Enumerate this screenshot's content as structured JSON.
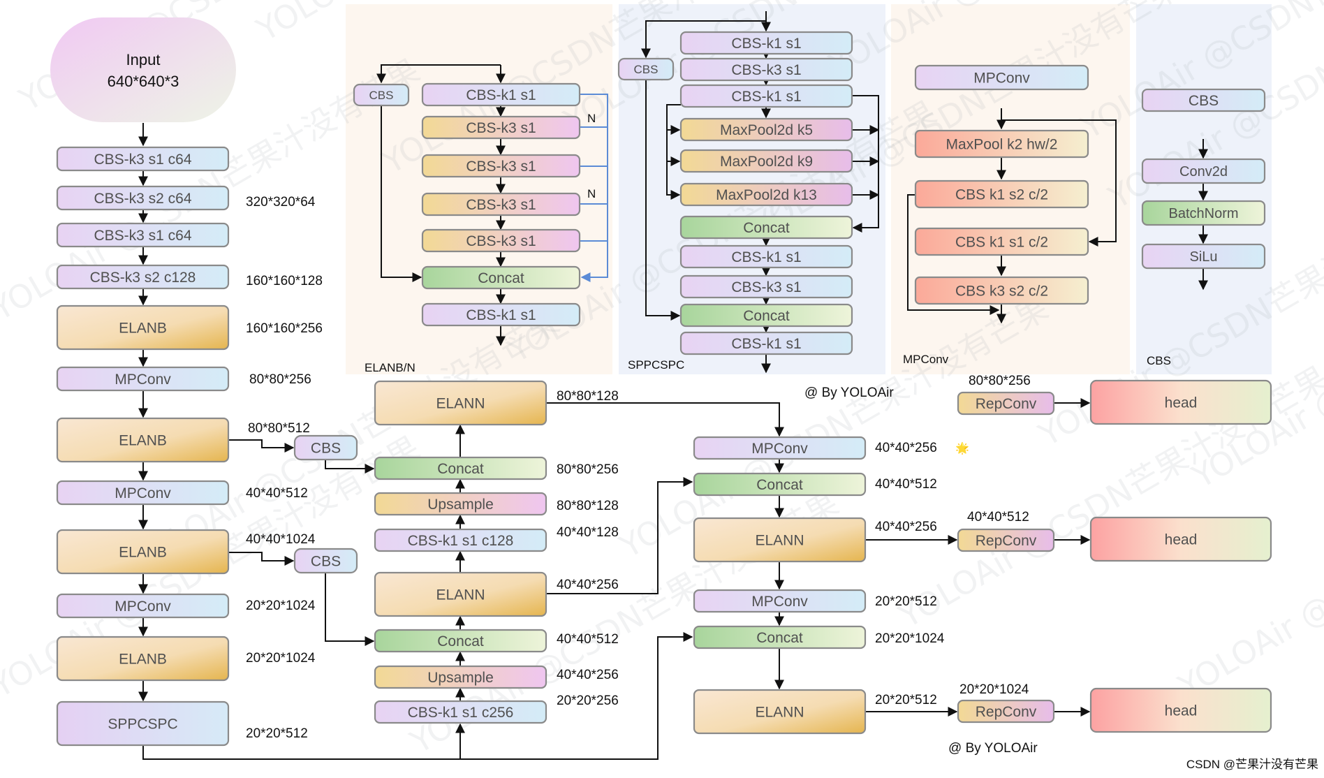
{
  "watermark": "YOLOAir @CSDN芒果汁没有芒果",
  "footer_credit": "CSDN @芒果汁没有芒果",
  "colors": {
    "arrow": "#111111",
    "blue_arrow": "#5b8bd6",
    "node_border": "#8a8a8a"
  },
  "panels": {
    "elanb": "ELANB/N",
    "sppcspc": "SPPCSPC",
    "mpconv": "MPConv",
    "cbs": "CBS"
  },
  "credits": {
    "top": "@ By YOLOAir",
    "bottom": "@ By YOLOAir"
  },
  "backbone": {
    "input_line1": "Input",
    "input_line2": "640*640*3",
    "nodes": [
      "CBS-k3 s1 c64",
      "CBS-k3 s2 c64",
      "CBS-k3 s1 c64",
      "CBS-k3 s2 c128",
      "ELANB",
      "MPConv",
      "ELANB",
      "MPConv",
      "ELANB",
      "MPConv",
      "ELANB",
      "SPPCSPC"
    ],
    "dims": [
      "320*320*64",
      "160*160*128",
      "160*160*256",
      "80*80*256",
      "80*80*512",
      "40*40*512",
      "40*40*1024",
      "20*20*1024",
      "20*20*1024",
      "20*20*512"
    ],
    "side_cbs": [
      "CBS",
      "CBS"
    ]
  },
  "elanb_panel": {
    "side_cbs": "CBS",
    "nodes": [
      "CBS-k1 s1",
      "CBS-k3 s1",
      "CBS-k3 s1",
      "CBS-k3 s1",
      "CBS-k3 s1",
      "Concat",
      "CBS-k1 s1"
    ],
    "n_labels": [
      "N",
      "N"
    ]
  },
  "sppcspc_panel": {
    "side_cbs": "CBS",
    "nodes": [
      "CBS-k1 s1",
      "CBS-k3 s1",
      "CBS-k1 s1",
      "MaxPool2d k5",
      "MaxPool2d k9",
      "MaxPool2d k13",
      "Concat",
      "CBS-k1 s1",
      "CBS-k3 s1",
      "Concat",
      "CBS-k1 s1"
    ]
  },
  "mpconv_panel": {
    "nodes": [
      "MPConv",
      "MaxPool k2 hw/2",
      "CBS k1 s2 c/2",
      "CBS k1 s1 c/2",
      "CBS k3 s2 c/2"
    ]
  },
  "cbs_panel": {
    "nodes": [
      "CBS",
      "Conv2d",
      "BatchNorm",
      "SiLu"
    ]
  },
  "neck_left": {
    "nodes": [
      "ELANN",
      "Concat",
      "Upsample",
      "CBS-k1 s1 c128",
      "ELANN",
      "Concat",
      "Upsample",
      "CBS-k1 s1 c256"
    ],
    "dims": [
      "80*80*128",
      "80*80*256",
      "80*80*128",
      "40*40*128",
      "40*40*256",
      "40*40*512",
      "40*40*256",
      "20*20*256"
    ]
  },
  "neck_right": {
    "nodes": [
      "MPConv",
      "Concat",
      "ELANN",
      "MPConv",
      "Concat",
      "ELANN"
    ],
    "dims": [
      "40*40*256",
      "40*40*512",
      "40*40*256",
      "20*20*512",
      "20*20*1024",
      "20*20*512"
    ],
    "sparkle": "🌟"
  },
  "heads": {
    "repconv": [
      "RepConv",
      "RepConv",
      "RepConv"
    ],
    "rep_dims": [
      "80*80*256",
      "40*40*512",
      "20*20*1024"
    ],
    "head": [
      "head",
      "head",
      "head"
    ]
  }
}
